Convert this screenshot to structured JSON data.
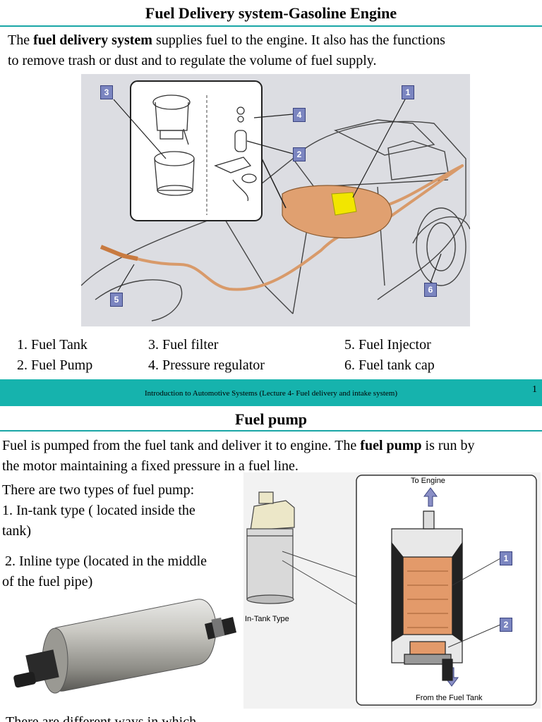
{
  "page1": {
    "title": "Fuel Delivery system-Gasoline Engine",
    "intro": {
      "prefix": "The ",
      "bold": "fuel delivery system",
      "line1_rest": " supplies fuel to the engine. It also has the functions",
      "line2": "to remove trash or dust and to regulate the volume of fuel supply."
    },
    "figure": {
      "icon": "car-fuel-system-illustration",
      "tags": [
        "1",
        "2",
        "3",
        "4",
        "5",
        "6"
      ]
    },
    "labels": [
      "1.  Fuel Tank",
      "2.  Fuel Pump",
      "3. Fuel filter",
      "4. Pressure regulator",
      "5. Fuel Injector",
      "6. Fuel tank cap"
    ]
  },
  "footer": {
    "text": "Introduction to Automotive Systems  (Lecture 4- Fuel delivery and intake system)",
    "page": "1"
  },
  "page2": {
    "title": "Fuel pump",
    "intro": {
      "prefix": "Fuel  is pumped from the fuel tank and deliver it to engine. The ",
      "bold": "fuel pump",
      "line1_rest": " is run by",
      "line2": "the motor maintaining a fixed pressure in a fuel line."
    },
    "types": {
      "line1": "There are two types of fuel pump:",
      "line2": "1.  In-tank type ( located inside the",
      "line3": "tank)",
      "line4": "2.  Inline type (located in the middle",
      "line5": "of the fuel pipe)"
    },
    "figure": {
      "in_tank_caption": "In-Tank Type",
      "to_engine": "To Engine",
      "from_tank": "From the Fuel Tank",
      "tags": [
        "1",
        "2"
      ]
    },
    "cutoff_text": "There are different ways in which"
  },
  "colors": {
    "accent": "#16b3ad",
    "rule": "#1aa6a6",
    "tag": "#7b85c0",
    "hose": "#d89a6a",
    "highlight": "#f2e600"
  }
}
